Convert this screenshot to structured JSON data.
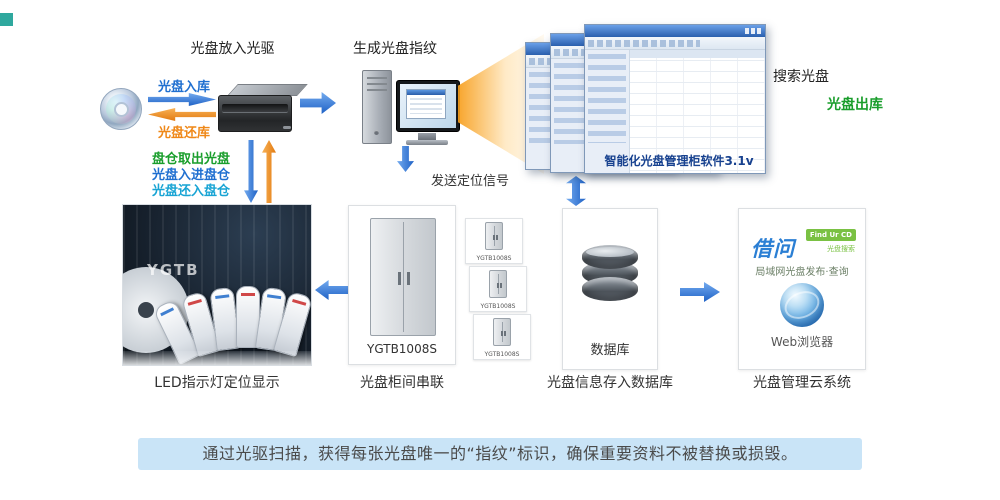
{
  "colors": {
    "arrow-blue": "#2f78d8",
    "arrow-orange": "#ef8818",
    "text-blue": "#1f6fd0",
    "text-green": "#1a9e2c",
    "text-cyan": "#18a4d4",
    "banner-bg": "#c9e4f7",
    "brand-blue": "#2b7fd4",
    "brand-green": "#7ac143"
  },
  "top": {
    "drive_section_title": "光盘放入光驱",
    "fingerprint_section_title": "生成光盘指纹",
    "disc_in_label": "光盘入库",
    "disc_return_label": "光盘还库",
    "search_disc_label": "搜索光盘",
    "disc_out_label": "光盘出库",
    "software_name": "智能化光盘管理柜软件3.1v",
    "send_signal_label": "发送定位信号"
  },
  "magazine_flows": [
    {
      "text": "盘仓取出光盘"
    },
    {
      "text": "光盘入进盘仓"
    },
    {
      "text": "光盘还入盘仓"
    }
  ],
  "bottom": {
    "led_caption": "LED指示灯定位显示",
    "photo_watermark": "YGTB",
    "cabinet_model": "YGTB1008S",
    "cabinet_caption": "光盘柜间串联",
    "database_label": "数据库",
    "database_caption": "光盘信息存入数据库",
    "cloud_caption": "光盘管理云系统",
    "cloud": {
      "brand": "借问",
      "badge": "Find Ur CD",
      "sub": "光盘搜索",
      "desc": "局域网光盘发布·查询",
      "browser": "Web浏览器"
    }
  },
  "banner": "通过光驱扫描，获得每张光盘唯一的“指纹”标识，确保重要资料不被替换或损毁。"
}
